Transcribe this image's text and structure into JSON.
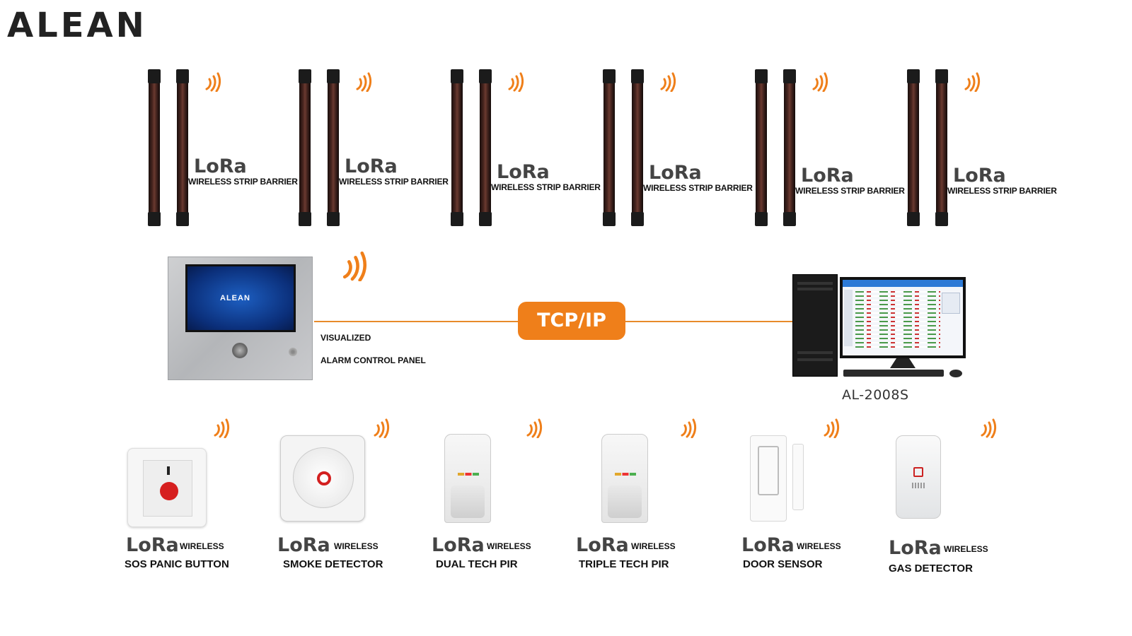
{
  "brand": "ALEAN",
  "barriers": [
    {
      "lora": "LoRa",
      "label": "WIRELESS STRIP BARRIER"
    },
    {
      "lora": "LoRa",
      "label": "WIRELESS STRIP BARRIER"
    },
    {
      "lora": "LoRa",
      "label": "WIRELESS STRIP BARRIER"
    },
    {
      "lora": "LoRa",
      "label": "WIRELESS STRIP BARRIER"
    },
    {
      "lora": "LoRa",
      "label": "WIRELESS STRIP BARRIER"
    },
    {
      "lora": "LoRa",
      "label": "WIRELESS STRIP BARRIER"
    }
  ],
  "panel": {
    "screen_logo": "ALEAN",
    "label_line1": "VISUALIZED",
    "label_line2": "ALARM CONTROL PANEL"
  },
  "link": {
    "label": "TCP/IP"
  },
  "computer": {
    "label": "AL-2008S"
  },
  "devices": [
    {
      "lora": "LoRa",
      "wireless": "WIRELESS",
      "name": "SOS PANIC BUTTON",
      "icon": "sos-panic-button-icon"
    },
    {
      "lora": "LoRa",
      "wireless": "WIRELESS",
      "name": "SMOKE DETECTOR",
      "icon": "smoke-detector-icon"
    },
    {
      "lora": "LoRa",
      "wireless": "WIRELESS",
      "name": "DUAL TECH PIR",
      "icon": "pir-sensor-icon"
    },
    {
      "lora": "LoRa",
      "wireless": "WIRELESS",
      "name": "TRIPLE TECH PIR",
      "icon": "pir-sensor-icon"
    },
    {
      "lora": "LoRa",
      "wireless": "WIRELESS",
      "name": "DOOR SENSOR",
      "icon": "door-sensor-icon"
    },
    {
      "lora": "LoRa",
      "wireless": "WIRELESS",
      "name": "GAS DETECTOR",
      "icon": "gas-detector-icon"
    }
  ],
  "colors": {
    "accent": "#ef7f1a",
    "line": "#e88b2a",
    "screen": "#0b2f7a"
  }
}
